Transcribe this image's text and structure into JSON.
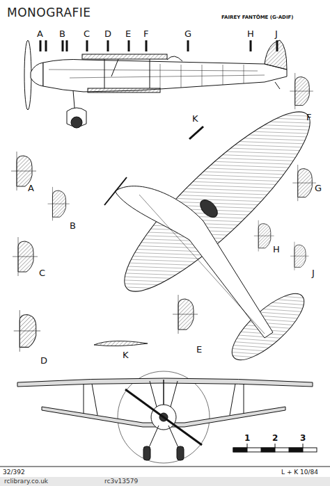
{
  "diagram": {
    "title": "MONOGRAFIE",
    "labels": [
      "FAIREY FANTÔME (G-ADIF)",
      "A",
      "B",
      "C",
      "D",
      "E",
      "F",
      "G",
      "H",
      "J",
      "K",
      "F",
      "A",
      "G",
      "B",
      "H",
      "C",
      "J",
      "D",
      "E",
      "K",
      "1",
      "2",
      "3",
      "32/392",
      "L + K 10/84",
      "rclibrary.co.uk",
      "rc3v13579"
    ]
  }
}
